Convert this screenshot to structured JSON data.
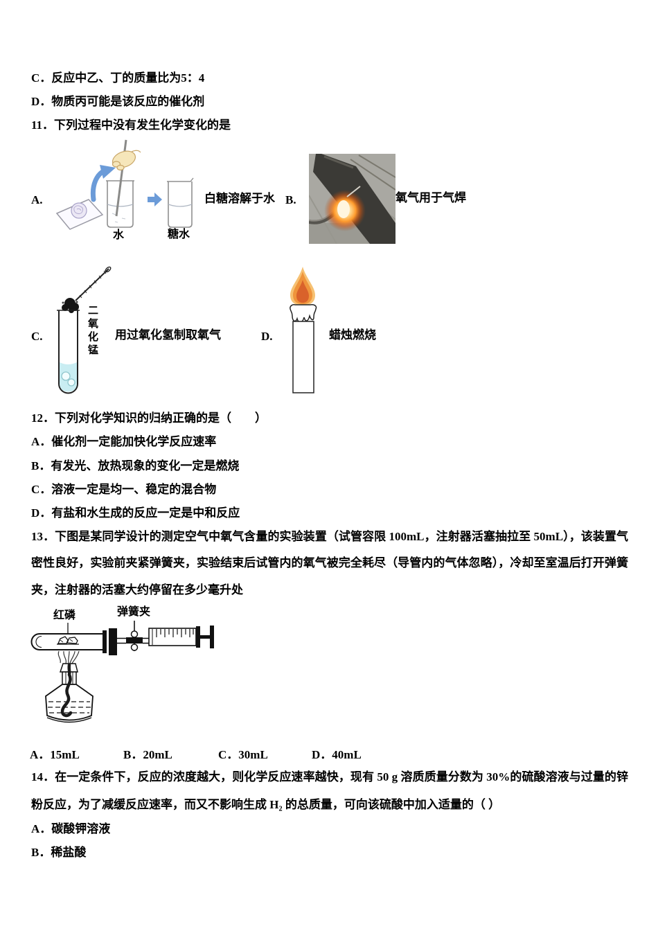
{
  "page": {
    "background": "#ffffff",
    "text_color": "#000000"
  },
  "q10_options": {
    "c": "C．反应中乙、丁的质量比为5：4",
    "d": "D．物质丙可能是该反应的催化剂"
  },
  "q11": {
    "stem": "11．下列过程中没有发生化学变化的是",
    "a": {
      "letter": "A.",
      "caption": "白糖溶解于水",
      "figure": "sugar-dissolving-diagram",
      "label_water": "水",
      "label_sugar_water": "糖水"
    },
    "b": {
      "letter": "B.",
      "caption": "氧气用于气焊",
      "figure": "oxygen-gas-welding-photo"
    },
    "c": {
      "letter": "C.",
      "caption": "用过氧化氢制取氧气",
      "figure": "hydrogen-peroxide-test-tube",
      "label_vertical": "二氧化锰"
    },
    "d": {
      "letter": "D.",
      "caption": "蜡烛燃烧",
      "figure": "burning-candle-drawing"
    }
  },
  "q12": {
    "stem": "12．下列对化学知识的归纳正确的是（　　）",
    "options": [
      "A．催化剂一定能加快化学反应速率",
      "B．有发光、放热现象的变化一定是燃烧",
      "C．溶液一定是均一、稳定的混合物",
      "D．有盐和水生成的反应一定是中和反应"
    ]
  },
  "q13": {
    "stem_lines": [
      "13．下图是某同学设计的测定空气中氧气含量的实验装置（试管容限 100mL，注射器活塞抽拉至 50mL），该装置气",
      "密性良好，实验前夹紧弹簧夹，实验结束后试管内的氧气被完全耗尽（导管内的气体忽略），冷却至室温后打开弹簧",
      "夹，注射器的活塞大约停留在多少毫升处"
    ],
    "figure": {
      "label_red_phosphorus": "红磷",
      "label_spring_clamp": "弹簧夹"
    },
    "options": [
      "A．15mL",
      "B．20mL",
      "C．30mL",
      "D．40mL"
    ]
  },
  "q14": {
    "stem_lines": [
      "14．在一定条件下，反应的浓度越大，则化学反应速率越快，现有 50 g 溶质质量分数为 30%的硫酸溶液与过量的锌",
      "粉反应，为了减缓反应速率，而又不影响生成 H₂ 的总质量，可向该硫酸中加入适量的（ ）"
    ],
    "options": [
      "A．碳酸钾溶液",
      "B．稀盐酸"
    ]
  },
  "colors": {
    "arrow_blue": "#6b9bd8",
    "flame_outer": "#f6c173",
    "flame_core": "#d9622b",
    "liquid_cyan": "#c9edf2",
    "photo_gray": "#a9a8a2"
  }
}
